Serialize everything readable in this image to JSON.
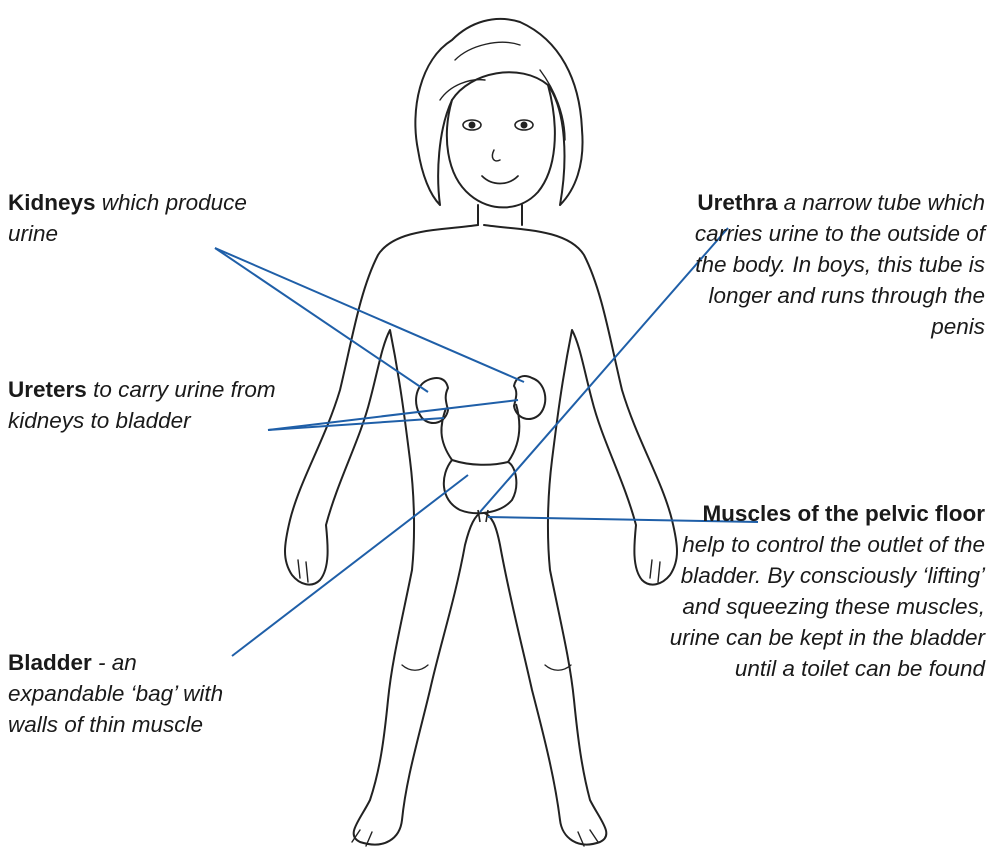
{
  "labels": {
    "kidneys": {
      "term": "Kidneys",
      "desc": "which produce urine"
    },
    "ureters": {
      "term": "Ureters",
      "desc": "to carry urine from kidneys to bladder"
    },
    "bladder": {
      "term": "Bladder",
      "desc": "- an expandable ‘bag’ with walls of thin muscle"
    },
    "urethra": {
      "term": "Urethra",
      "desc": "a narrow tube which carries urine to the outside of the body. In boys, this tube is longer and runs through the penis"
    },
    "pelvic_floor": {
      "term": "Muscles of the pelvic floor",
      "desc": "help to control the outlet of the bladder. By consciously ‘lifting’ and squeezing these muscles, urine can be kept in the bladder until a toilet can be found"
    }
  },
  "colors": {
    "leader_line": "#1f5fa8",
    "outline": "#222222",
    "text": "#1a1a1a"
  }
}
